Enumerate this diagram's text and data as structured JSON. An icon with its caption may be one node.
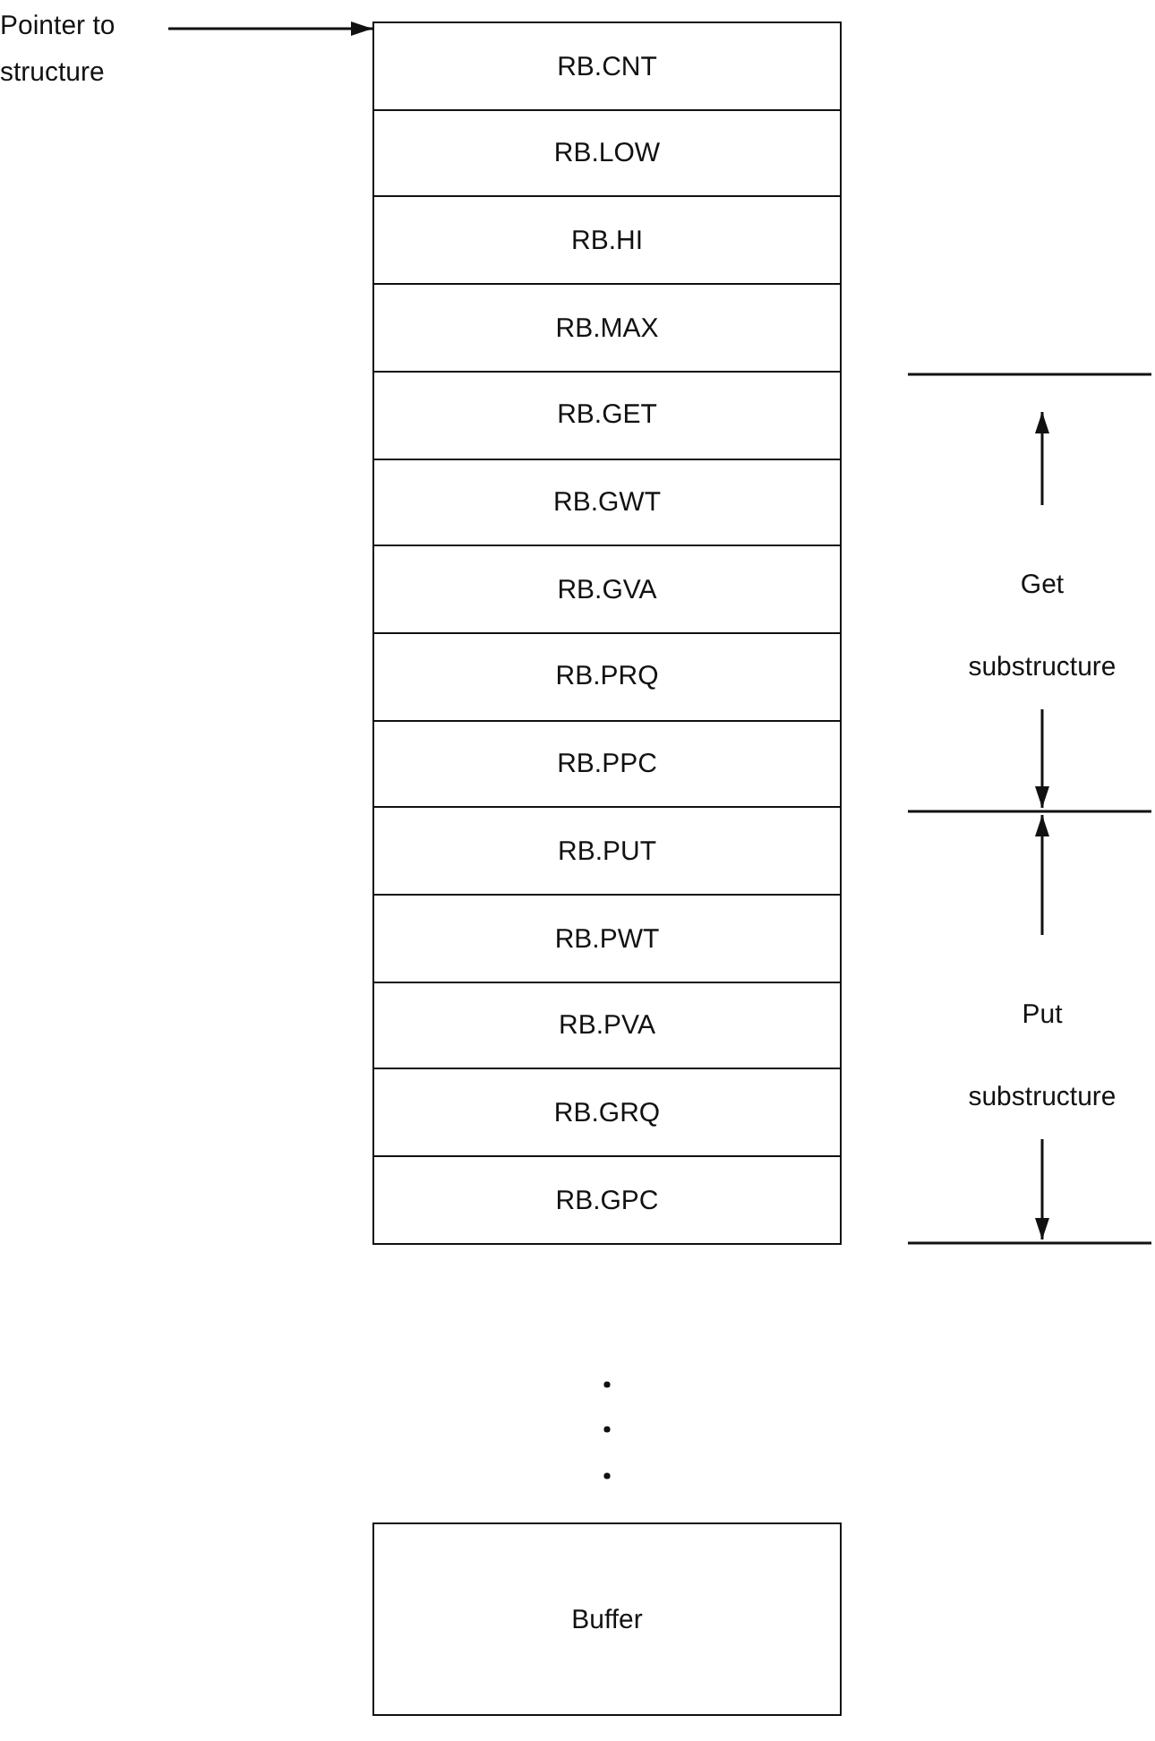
{
  "diagram": {
    "nodes": [
      {
        "text": [
          "Pointer to structure"
        ]
      },
      {
        "text": [
          "RB.CNT"
        ]
      },
      {
        "text": [
          "RB.LOW"
        ]
      },
      {
        "text": [
          "RB.HI"
        ]
      },
      {
        "text": [
          "RB.MAX"
        ]
      },
      {
        "text": [
          "RB.GET"
        ]
      },
      {
        "text": [
          "RB.GWT"
        ]
      },
      {
        "text": [
          "RB.GVA"
        ]
      },
      {
        "text": [
          "RB.PRQ"
        ]
      },
      {
        "text": [
          "RB.PPC"
        ]
      },
      {
        "text": [
          "RB.PUT"
        ]
      },
      {
        "text": [
          "RB.PWT"
        ]
      },
      {
        "text": [
          "RB.PVA"
        ]
      },
      {
        "text": [
          "RB.GRQ"
        ]
      },
      {
        "text": [
          "RB.GPC"
        ]
      },
      {
        "text": [
          "Buffer"
        ]
      }
    ],
    "edges": [
      {
        "from": 0,
        "to": 1,
        "arrow": "to"
      }
    ],
    "labels": [
      "Get substructure",
      "Put substructure"
    ]
  }
}
